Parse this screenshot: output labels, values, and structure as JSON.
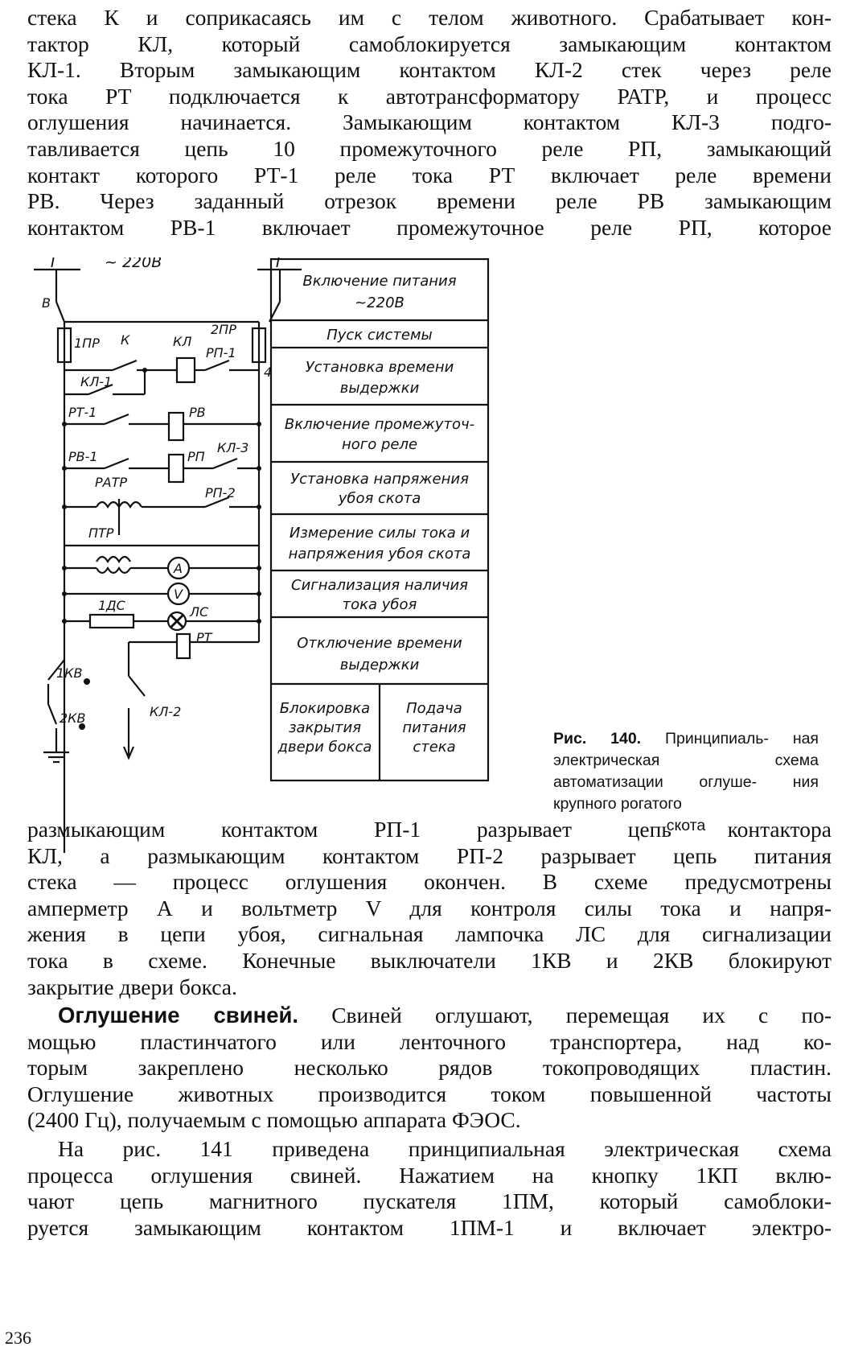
{
  "top_paragraph": {
    "lines": [
      "стека К и соприкасаясь им с телом животного. Срабатывает кон-",
      "тактор КЛ, который самоблокируется замыкающим контактом",
      "КЛ-1. Вторым замыкающим контактом КЛ-2 стек через реле",
      "тока РТ подключается к автотрансформатору РАТР, и процесс",
      "оглушения начинается. Замыкающим контактом КЛ-3 подго-",
      "тавливается цепь 10 промежуточного реле РП, замыкающий",
      "контакт которого РТ-1 реле тока РТ включает реле времени",
      "РВ. Через заданный отрезок времени реле РВ замыкающим",
      "контактом РВ-1 включает промежуточное реле РП, которое"
    ]
  },
  "figure": {
    "schematic": {
      "supply_label": "~ 220В",
      "terminal_left": "Т",
      "terminal_right": "Т",
      "labels": {
        "b": "В",
        "fuse1": "1ПР",
        "fuse2": "2ПР",
        "k": "К",
        "kl": "КЛ",
        "rp1": "РП-1",
        "num4": "4",
        "kl1": "КЛ-1",
        "rt1": "РТ-1",
        "rv": "РВ",
        "rv1": "РВ-1",
        "rp": "РП",
        "kl3": "КЛ-3",
        "ratr": "РАТР",
        "rp2": "РП-2",
        "ptr": "ПТР",
        "ammeter": "A",
        "voltmeter": "V",
        "ids": "1ДС",
        "ls": "ЛС",
        "rt": "РТ",
        "kv1": "1КВ",
        "kv2": "2КВ",
        "kl2": "КЛ-2"
      }
    },
    "blocks": [
      {
        "line1": "Включение питания",
        "line2": "~220В"
      },
      {
        "line1": "Пуск системы",
        "line2": ""
      },
      {
        "line1": "Установка времени",
        "line2": "выдержки"
      },
      {
        "line1": "Включение промежуточ-",
        "line2": "ного реле"
      },
      {
        "line1": "Установка напряжения",
        "line2": "убоя скота"
      },
      {
        "line1": "Измерение силы тока и",
        "line2": "напряжения убоя скота"
      },
      {
        "line1": "Сигнализация наличия",
        "line2": "тока убоя"
      },
      {
        "line1": "Отключение времени",
        "line2": "выдержки"
      }
    ],
    "bottom_blocks": [
      {
        "line1": "Блокировка",
        "line2": "закрытия",
        "line3": "двери бокса"
      },
      {
        "line1": "Подача",
        "line2": "питания",
        "line3": "стека"
      }
    ],
    "caption": {
      "number": "Рис. 140.",
      "text_lines": [
        "Принципиаль-",
        "ная электрическая схема",
        "автоматизации оглуше-",
        "ния крупного рогатого"
      ],
      "last_line": "скота"
    }
  },
  "middle_paragraph": {
    "lines": [
      "размыкающим контактом РП-1 разрывает цепь контактора",
      "КЛ, а размыкающим контактом РП-2 разрывает цепь питания",
      "стека — процесс оглушения окончен. В схеме предусмотрены",
      "амперметр А и вольтметр V для контроля силы тока и напря-",
      "жения в цепи убоя, сигнальная лампочка ЛС для сигнализации",
      "тока в схеме. Конечные выключатели 1КВ и 2КВ блокируют",
      "закрытие двери бокса."
    ]
  },
  "pigs_section": {
    "heading": "Оглушение свиней.",
    "first_line_rest": "Свиней оглушают, перемещая их с по-",
    "lines": [
      "мощью пластинчатого или ленточного транспортера, над ко-",
      "торым закреплено несколько рядов токопроводящих пластин.",
      "Оглушение животных производится током повышенной частоты",
      "(2400 Гц), получаемым с помощью аппарата ФЭОС."
    ]
  },
  "last_paragraph": {
    "lines": [
      "На рис. 141 приведена принципиальная электрическая схема",
      "процесса оглушения свиней. Нажатием на кнопку 1КП вклю-",
      "чают цепь магнитного пускателя 1ПМ, который самоблоки-",
      "руется замыкающим контактом 1ПМ-1 и включает электро-"
    ]
  },
  "page_number": "236"
}
